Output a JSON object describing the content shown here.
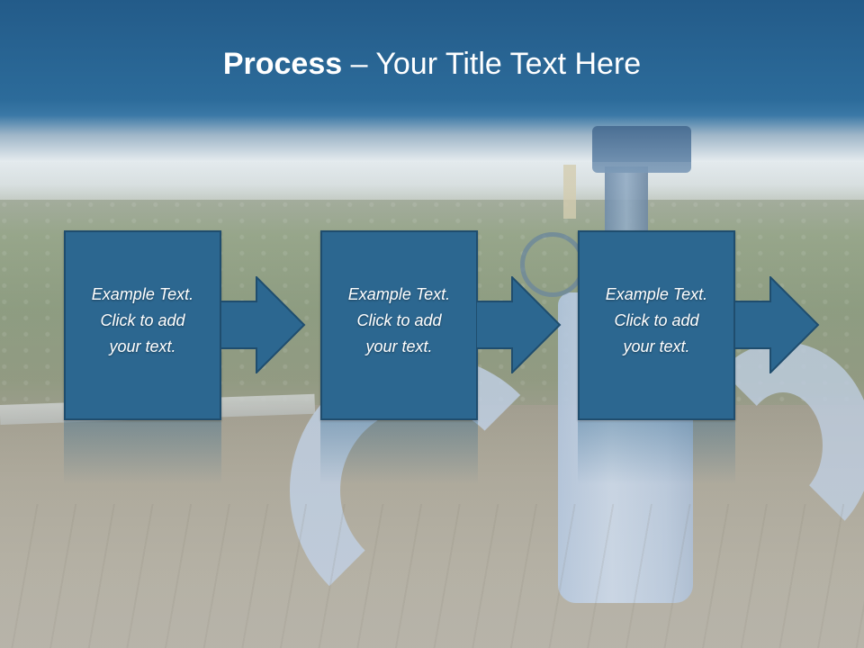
{
  "slide": {
    "title_bold": "Process",
    "title_rest": " – Your Title Text Here"
  },
  "steps": [
    {
      "line1": "Example Text.",
      "line2": "Click  to add",
      "line3": "your text."
    },
    {
      "line1": "Example Text.",
      "line2": "Click  to add",
      "line3": "your text."
    },
    {
      "line1": "Example Text.",
      "line2": "Click  to add",
      "line3": "your text."
    }
  ],
  "colors": {
    "box_fill": "#2c6790",
    "box_border": "#1f4d6e",
    "title_bar": "#2c6b9a"
  },
  "icons": {
    "arrow": "right-arrow-icon"
  }
}
